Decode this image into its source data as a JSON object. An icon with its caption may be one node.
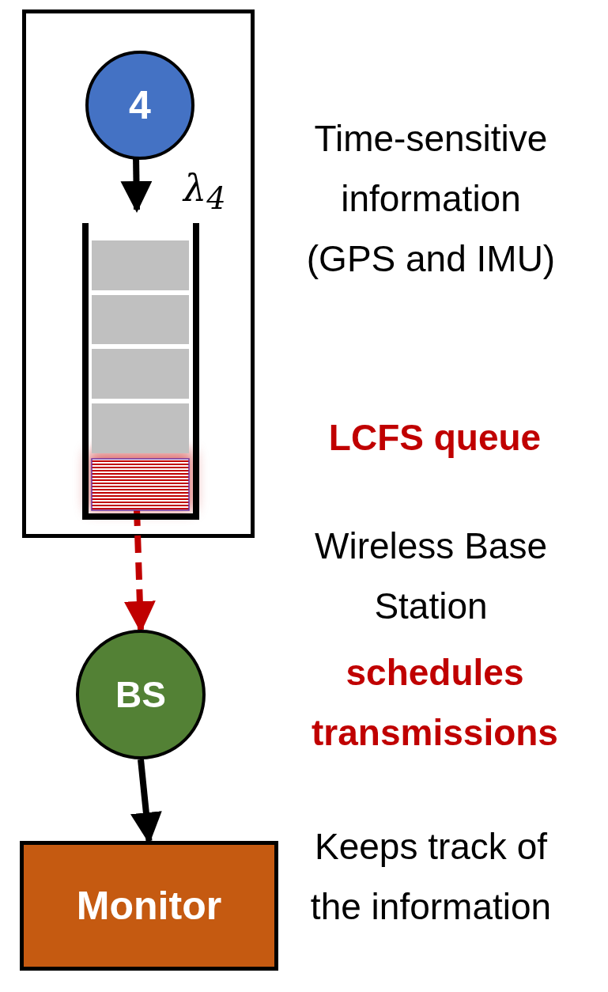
{
  "diagram": {
    "nodes": [
      {
        "text": [],
        "shape": "box"
      },
      {
        "text": [
          "4"
        ],
        "in": 0
      },
      {
        "text": [],
        "shape": "picture",
        "in": 0
      },
      {
        "text": [
          "BS"
        ]
      },
      {
        "text": [
          "Monitor"
        ]
      }
    ],
    "edges": [
      {
        "from": 1,
        "to": 2,
        "arrow": "to"
      },
      {
        "from": 2,
        "to": 3,
        "arrow": "to",
        "style": "dashed",
        "color": "#c00000"
      },
      {
        "from": 3,
        "to": 4,
        "arrow": "to"
      }
    ],
    "labels": [
      "λ$_{4}$",
      "Time-sensitive information (GPS and IMU)",
      "LCFS queue",
      "Wireless Base Station",
      "schedules transmissions",
      "Keeps track of the information"
    ]
  }
}
